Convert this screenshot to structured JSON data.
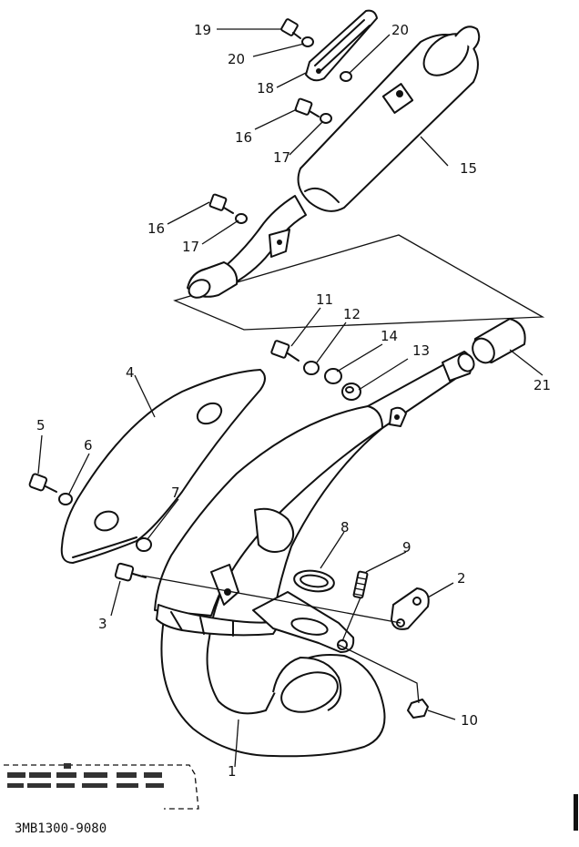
{
  "diagram": {
    "part_code": "3MB1300-9080",
    "labels": {
      "p1": "1",
      "p2": "2",
      "p3": "3",
      "p4": "4",
      "p5": "5",
      "p6": "6",
      "p7": "7",
      "p8": "8",
      "p9": "9",
      "p10": "10",
      "p11": "11",
      "p12": "12",
      "p13": "13",
      "p14": "14",
      "p15": "15",
      "p16a": "16",
      "p16b": "16",
      "p17a": "17",
      "p17b": "17",
      "p18": "18",
      "p19": "19",
      "p20a": "20",
      "p20b": "20",
      "p21": "21"
    }
  }
}
